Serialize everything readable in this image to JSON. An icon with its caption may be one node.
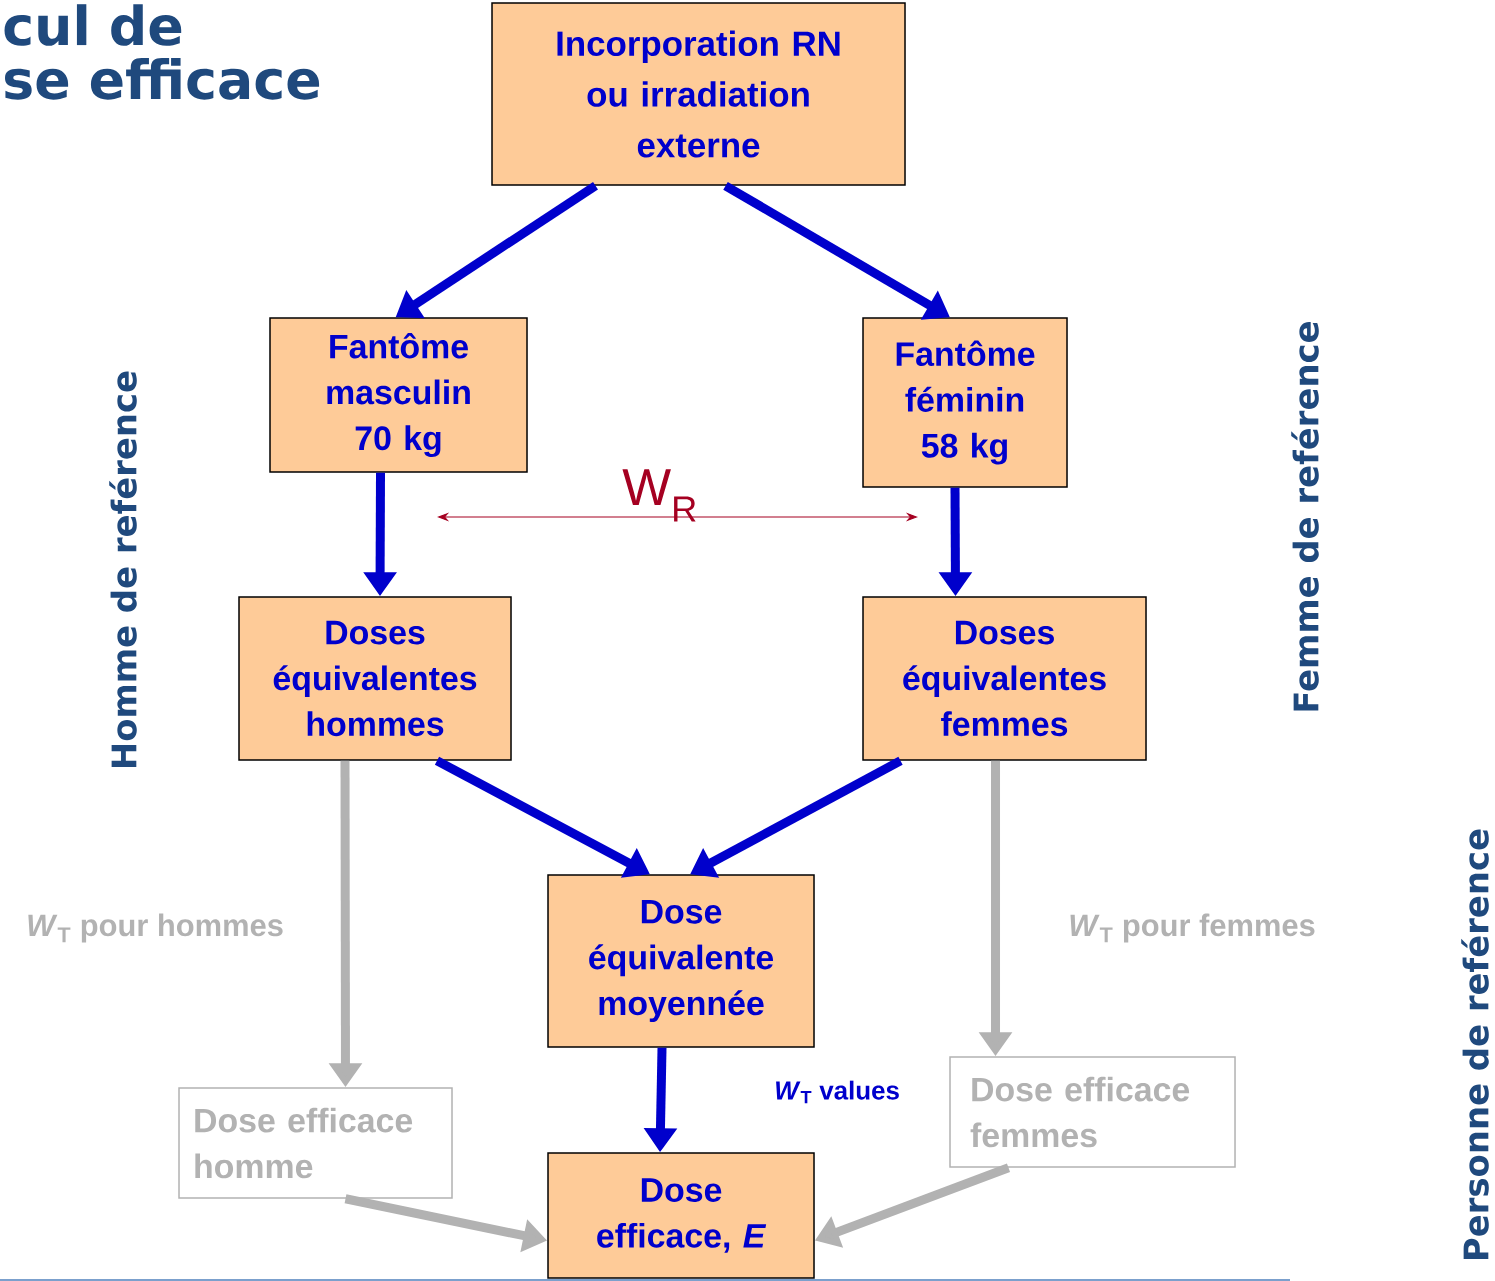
{
  "diagram": {
    "title": "cul de se efficace",
    "nodes": [
      {
        "text": [
          "Incorporation RN ou irradiation externe"
        ]
      },
      {
        "text": [
          "Fantôme masculin 70 kg"
        ]
      },
      {
        "text": [
          "Fantôme féminin 58 kg"
        ]
      },
      {
        "text": [
          "Doses équivalentes hommes"
        ]
      },
      {
        "text": [
          "Doses équivalentes femmes"
        ]
      },
      {
        "text": [
          "Dose équivalente moyennée"
        ]
      },
      {
        "text": [
          "Dose efficace homme"
        ]
      },
      {
        "text": [
          "Dose efficace femmes"
        ]
      },
      {
        "text": [
          "Dose efficace, *E*"
        ]
      }
    ],
    "edges": [
      {
        "from": 0,
        "to": 1,
        "arrow": "to"
      },
      {
        "from": 0,
        "to": 2,
        "arrow": "to"
      },
      {
        "from": 1,
        "to": 3,
        "arrow": "to"
      },
      {
        "from": 2,
        "to": 4,
        "arrow": "to"
      },
      {
        "from": 3,
        "to": 5,
        "arrow": "to"
      },
      {
        "from": 4,
        "to": 5,
        "arrow": "to"
      },
      {
        "from": 5,
        "to": 8,
        "arrow": "to",
        "label": "*W*$_{T}$ values"
      },
      {
        "from": 3,
        "to": 6,
        "arrow": "to",
        "color": "#b2b2b2",
        "label": "*W*$_{T}$ pour hommes"
      },
      {
        "from": 4,
        "to": 7,
        "arrow": "to",
        "color": "#b2b2b2",
        "label": "*W*$_{T}$ pour femmes"
      },
      {
        "from": 6,
        "to": 8,
        "arrow": "to",
        "color": "#b2b2b2"
      },
      {
        "from": 7,
        "to": 8,
        "arrow": "to",
        "color": "#b2b2b2"
      }
    ],
    "labels": [
      "W$_{R}$",
      "Homme de reférence",
      "Femme de reférence",
      "Personne de reférence"
    ]
  }
}
